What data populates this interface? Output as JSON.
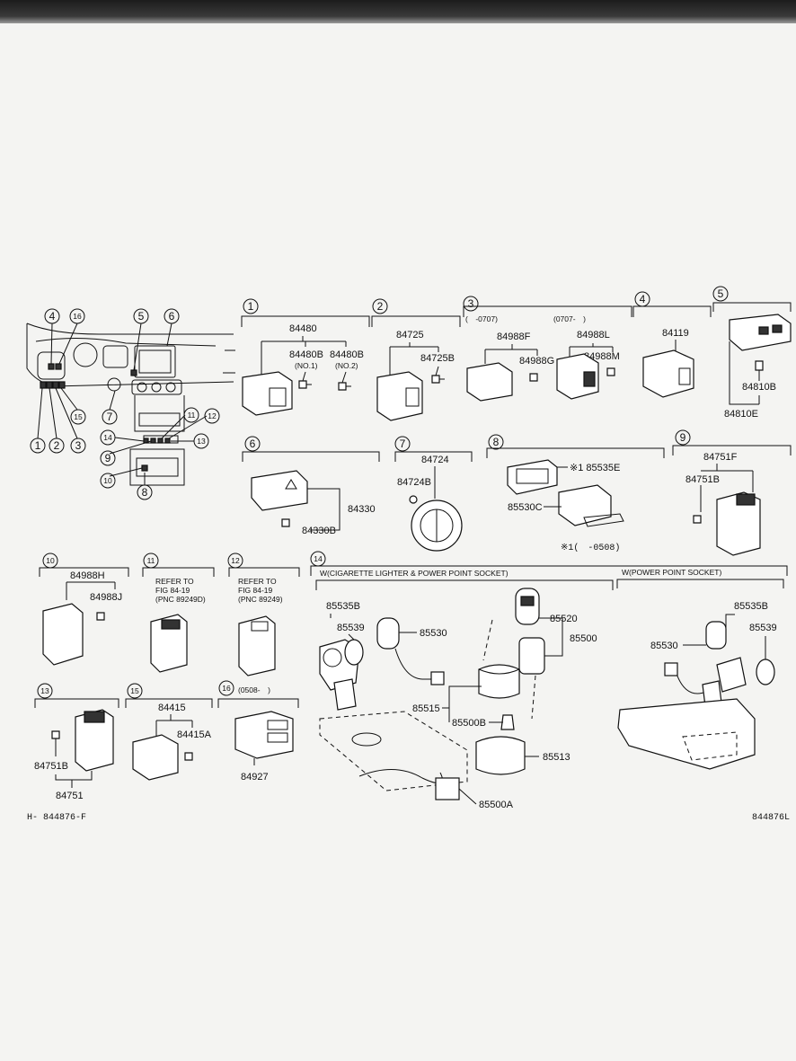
{
  "sections": [
    {
      "num": "1",
      "parts": [
        "84480",
        "84480B",
        "84480B"
      ],
      "notes": [
        "(NO.1)",
        "(NO.2)"
      ]
    },
    {
      "num": "2",
      "parts": [
        "84725",
        "84725B"
      ]
    },
    {
      "num": "3",
      "parts": [
        "84988F",
        "84988G",
        "84988L",
        "84988M"
      ],
      "notes": [
        "(　-0707)",
        "(0707-　)"
      ]
    },
    {
      "num": "4",
      "parts": [
        "84119"
      ]
    },
    {
      "num": "5",
      "parts": [
        "84810B",
        "84810E"
      ]
    },
    {
      "num": "6",
      "parts": [
        "84330",
        "84330B"
      ]
    },
    {
      "num": "7",
      "parts": [
        "84724",
        "84724B"
      ]
    },
    {
      "num": "8",
      "parts": [
        "※1 85535E",
        "85530C"
      ],
      "notes": [
        "※1(　-0508)"
      ]
    },
    {
      "num": "9",
      "parts": [
        "84751F",
        "84751B"
      ]
    },
    {
      "num": "10",
      "parts": [
        "84988H",
        "84988J"
      ]
    },
    {
      "num": "11",
      "refer": [
        "REFER TO",
        "FIG 84-19",
        "(PNC 89249D)"
      ]
    },
    {
      "num": "12",
      "refer": [
        "REFER TO",
        "FIG 84-19",
        "(PNC 89249)"
      ]
    },
    {
      "num": "13",
      "parts": [
        "84751B",
        "84751"
      ]
    },
    {
      "num": "14",
      "subsections": [
        "W(CIGARETTE LIGHTER & POWER POINT SOCKET)",
        "W(POWER POINT SOCKET)"
      ],
      "parts": [
        "85535B",
        "85539",
        "85530",
        "85520",
        "85500",
        "85515",
        "85500B",
        "85513",
        "85500A",
        "85535B",
        "85539",
        "85530"
      ]
    },
    {
      "num": "15",
      "parts": [
        "84415",
        "84415A"
      ]
    },
    {
      "num": "16",
      "parts": [
        "84927"
      ],
      "notes": [
        "(0508-　)"
      ]
    }
  ],
  "overview_callouts": [
    "1",
    "2",
    "3",
    "4",
    "5",
    "6",
    "7",
    "8",
    "9",
    "10",
    "11",
    "12",
    "13",
    "14",
    "15",
    "16"
  ],
  "footer": {
    "left": "H- 844876-F",
    "right": "844876L"
  }
}
